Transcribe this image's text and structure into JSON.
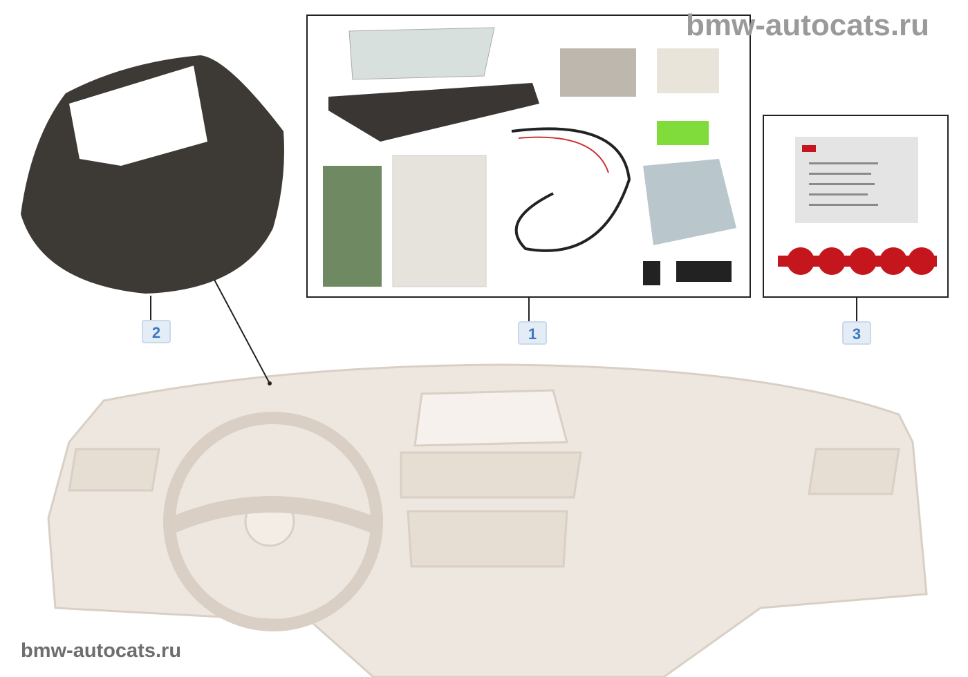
{
  "watermark": {
    "top": "bmw-autocats.ru",
    "bottom": "bmw-autocats.ru"
  },
  "callouts": [
    {
      "number": "1",
      "part": "head-up-display-kit"
    },
    {
      "number": "2",
      "part": "dashboard-cover"
    },
    {
      "number": "3",
      "part": "adhesive-pads"
    }
  ],
  "colors": {
    "callout_text": "#3a78c0",
    "callout_bg": "#e4ecf5",
    "dashboard": "#ece4dc",
    "cover": "#3d3935",
    "pads": "#c4161c"
  }
}
